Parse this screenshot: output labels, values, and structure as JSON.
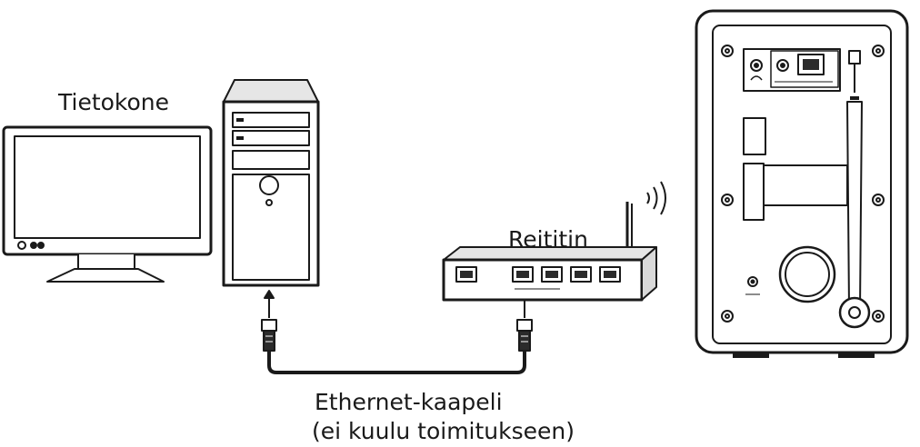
{
  "labels": {
    "computer": "Tietokone",
    "router": "Reititin",
    "cable": "Ethernet-kaapeli",
    "cable_note": "(ei kuulu toimitukseen)"
  },
  "colors": {
    "stroke": "#1a1a1a",
    "fill": "#ffffff",
    "light_fill": "#e6e6e6",
    "dark_fill": "#2b2b2b"
  }
}
